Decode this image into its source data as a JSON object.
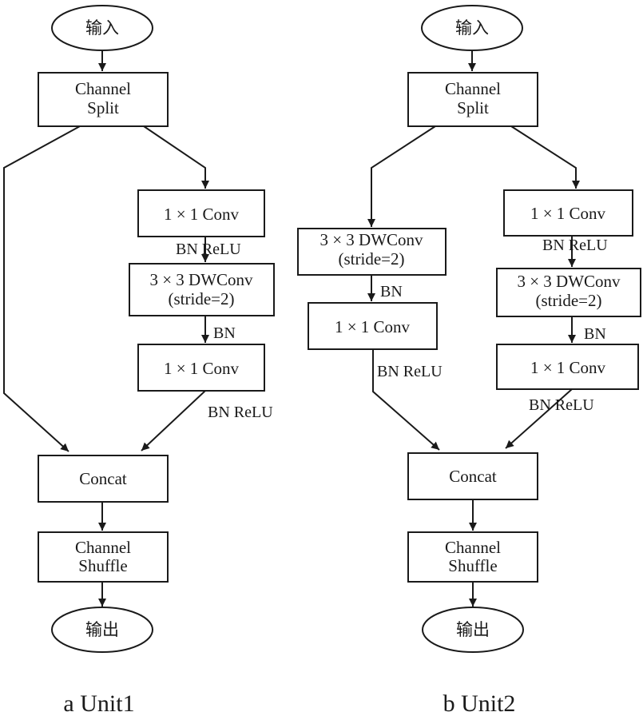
{
  "unit1": {
    "input": "输入",
    "split": [
      "Channel",
      "Split"
    ],
    "conv1": "1 × 1 Conv",
    "label_bn_relu_1": "BN ReLU",
    "dwconv": [
      "3 × 3 DWConv",
      "(stride=2)"
    ],
    "label_bn": "BN",
    "conv2": "1 × 1 Conv",
    "label_bn_relu_2": "BN ReLU",
    "concat": "Concat",
    "shuffle": [
      "Channel",
      "Shuffle"
    ],
    "output": "输出",
    "caption": "a Unit1"
  },
  "unit2": {
    "input": "输入",
    "split": [
      "Channel",
      "Split"
    ],
    "left_dwconv": [
      "3 × 3 DWConv",
      "(stride=2)"
    ],
    "left_label_bn": "BN",
    "left_conv": "1 × 1 Conv",
    "left_label_bn_relu": "BN ReLU",
    "right_conv1": "1 × 1 Conv",
    "right_label_bn_relu_1": "BN ReLU",
    "right_dwconv": [
      "3 × 3 DWConv",
      "(stride=2)"
    ],
    "right_label_bn": "BN",
    "right_conv2": "1 × 1 Conv",
    "right_label_bn_relu_2": "BN ReLU",
    "concat": "Concat",
    "shuffle": [
      "Channel",
      "Shuffle"
    ],
    "output": "输出",
    "caption": "b Unit2"
  }
}
